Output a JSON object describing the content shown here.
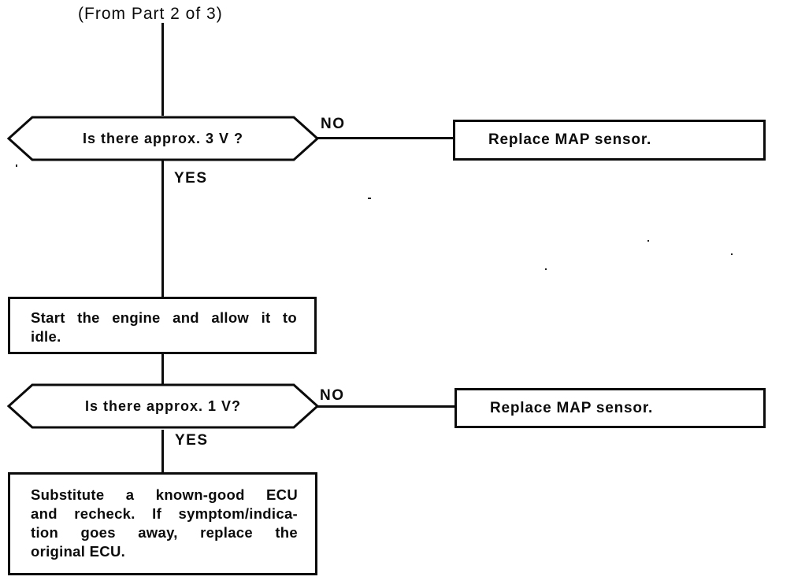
{
  "page": {
    "background": "#ffffff",
    "ink": "#0b0b0b"
  },
  "flowchart": {
    "source_label": "(From Part 2 of 3)",
    "decision1": {
      "question": "Is there approx. 3 V ?",
      "no_label": "NO",
      "yes_label": "YES",
      "no_action": "Replace MAP sensor."
    },
    "process1": {
      "lines": {
        "0": "Start the engine and allow it to",
        "1": "idle."
      }
    },
    "decision2": {
      "question": "Is there approx. 1 V?",
      "no_label": "NO",
      "yes_label": "YES",
      "no_action": "Replace MAP sensor."
    },
    "process2": {
      "lines": {
        "0": "Substitute a known-good ECU",
        "1": "and recheck. If symptom/indica-",
        "2": "tion goes away, replace the",
        "3": "original ECU."
      }
    }
  }
}
